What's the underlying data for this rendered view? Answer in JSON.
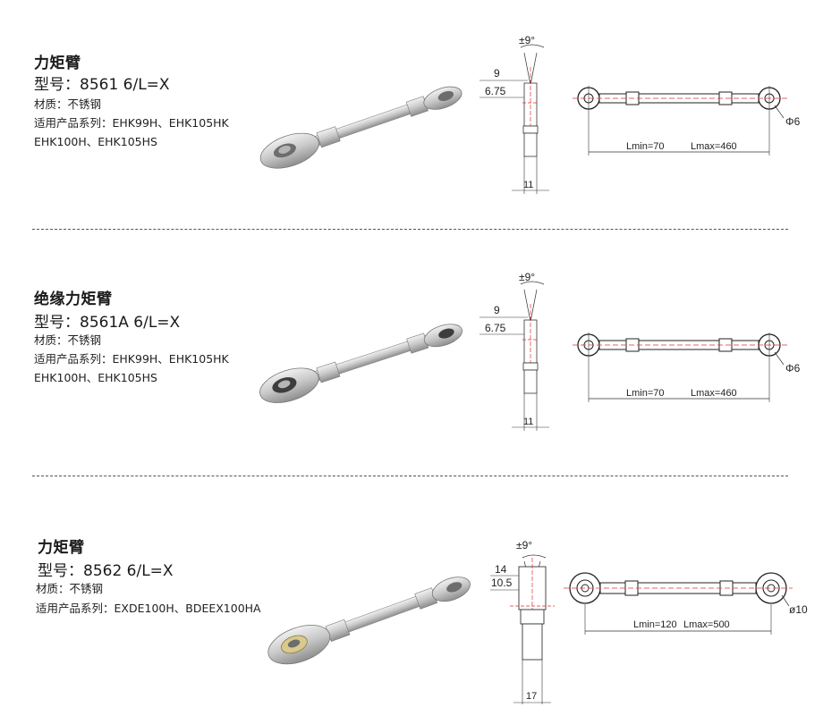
{
  "products": [
    {
      "title": "力矩臂",
      "model": "型号：8561 6/L=X",
      "material": "材质：不锈钢",
      "series_line1": "适用产品系列：EHK99H、EHK105HK",
      "series_line2": "EHK100H、EHK105HS",
      "dims": {
        "angle": "±9°",
        "d_top": "9",
        "d_mid": "6.75",
        "d_bottom": "11",
        "phi": "Φ6",
        "lmin": "Lmin=70",
        "lmax": "Lmax=460"
      }
    },
    {
      "title": "绝缘力矩臂",
      "model": "型号：8561A 6/L=X",
      "material": "材质：不锈钢",
      "series_line1": "适用产品系列：EHK99H、EHK105HK",
      "series_line2": "EHK100H、EHK105HS",
      "dims": {
        "angle": "±9°",
        "d_top": "9",
        "d_mid": "6.75",
        "d_bottom": "11",
        "phi": "Φ6",
        "lmin": "Lmin=70",
        "lmax": "Lmax=460"
      }
    },
    {
      "title": "力矩臂",
      "model": "型号：8562 6/L=X",
      "material": "材质：不锈钢",
      "series_line1": "适用产品系列：EXDE100H、BDEEX100HA",
      "series_line2": "",
      "dims": {
        "angle": "±9°",
        "d_top": "14",
        "d_mid": "10.5",
        "d_bottom": "17",
        "phi": "ø10",
        "lmin": "Lmin=120",
        "lmax": "Lmax=500"
      }
    }
  ]
}
